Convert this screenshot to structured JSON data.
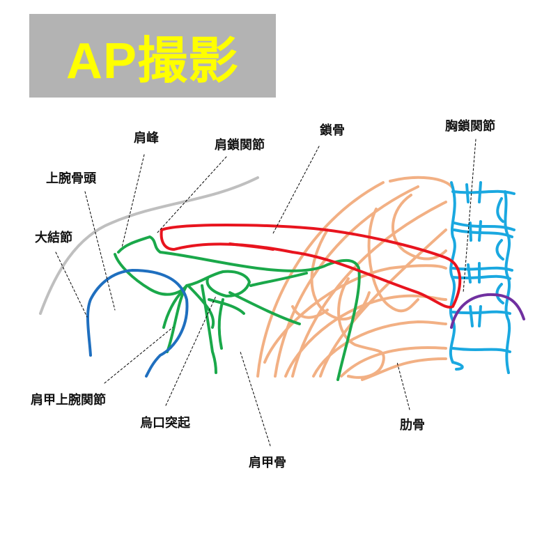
{
  "title": "AP撮影",
  "colors": {
    "title_bg": "#b3b3b3",
    "title_text": "#ffff00",
    "humerus": "#1f6fbf",
    "scapula": "#1aa84a",
    "clavicle": "#e8141e",
    "ribs": "#f2b084",
    "spine": "#1aa8e0",
    "sternoclavicular": "#7030a0",
    "outline": "#bfbfbf"
  },
  "labels": {
    "acromion": "肩峰",
    "ac_joint": "肩鎖関節",
    "clavicle": "鎖骨",
    "sc_joint": "胸鎖関節",
    "humeral_head": "上腕骨頭",
    "greater_tubercle": "大結節",
    "glenohumeral_joint": "肩甲上腕関節",
    "coracoid": "烏口突起",
    "scapula": "肩甲骨",
    "ribs": "肋骨"
  }
}
